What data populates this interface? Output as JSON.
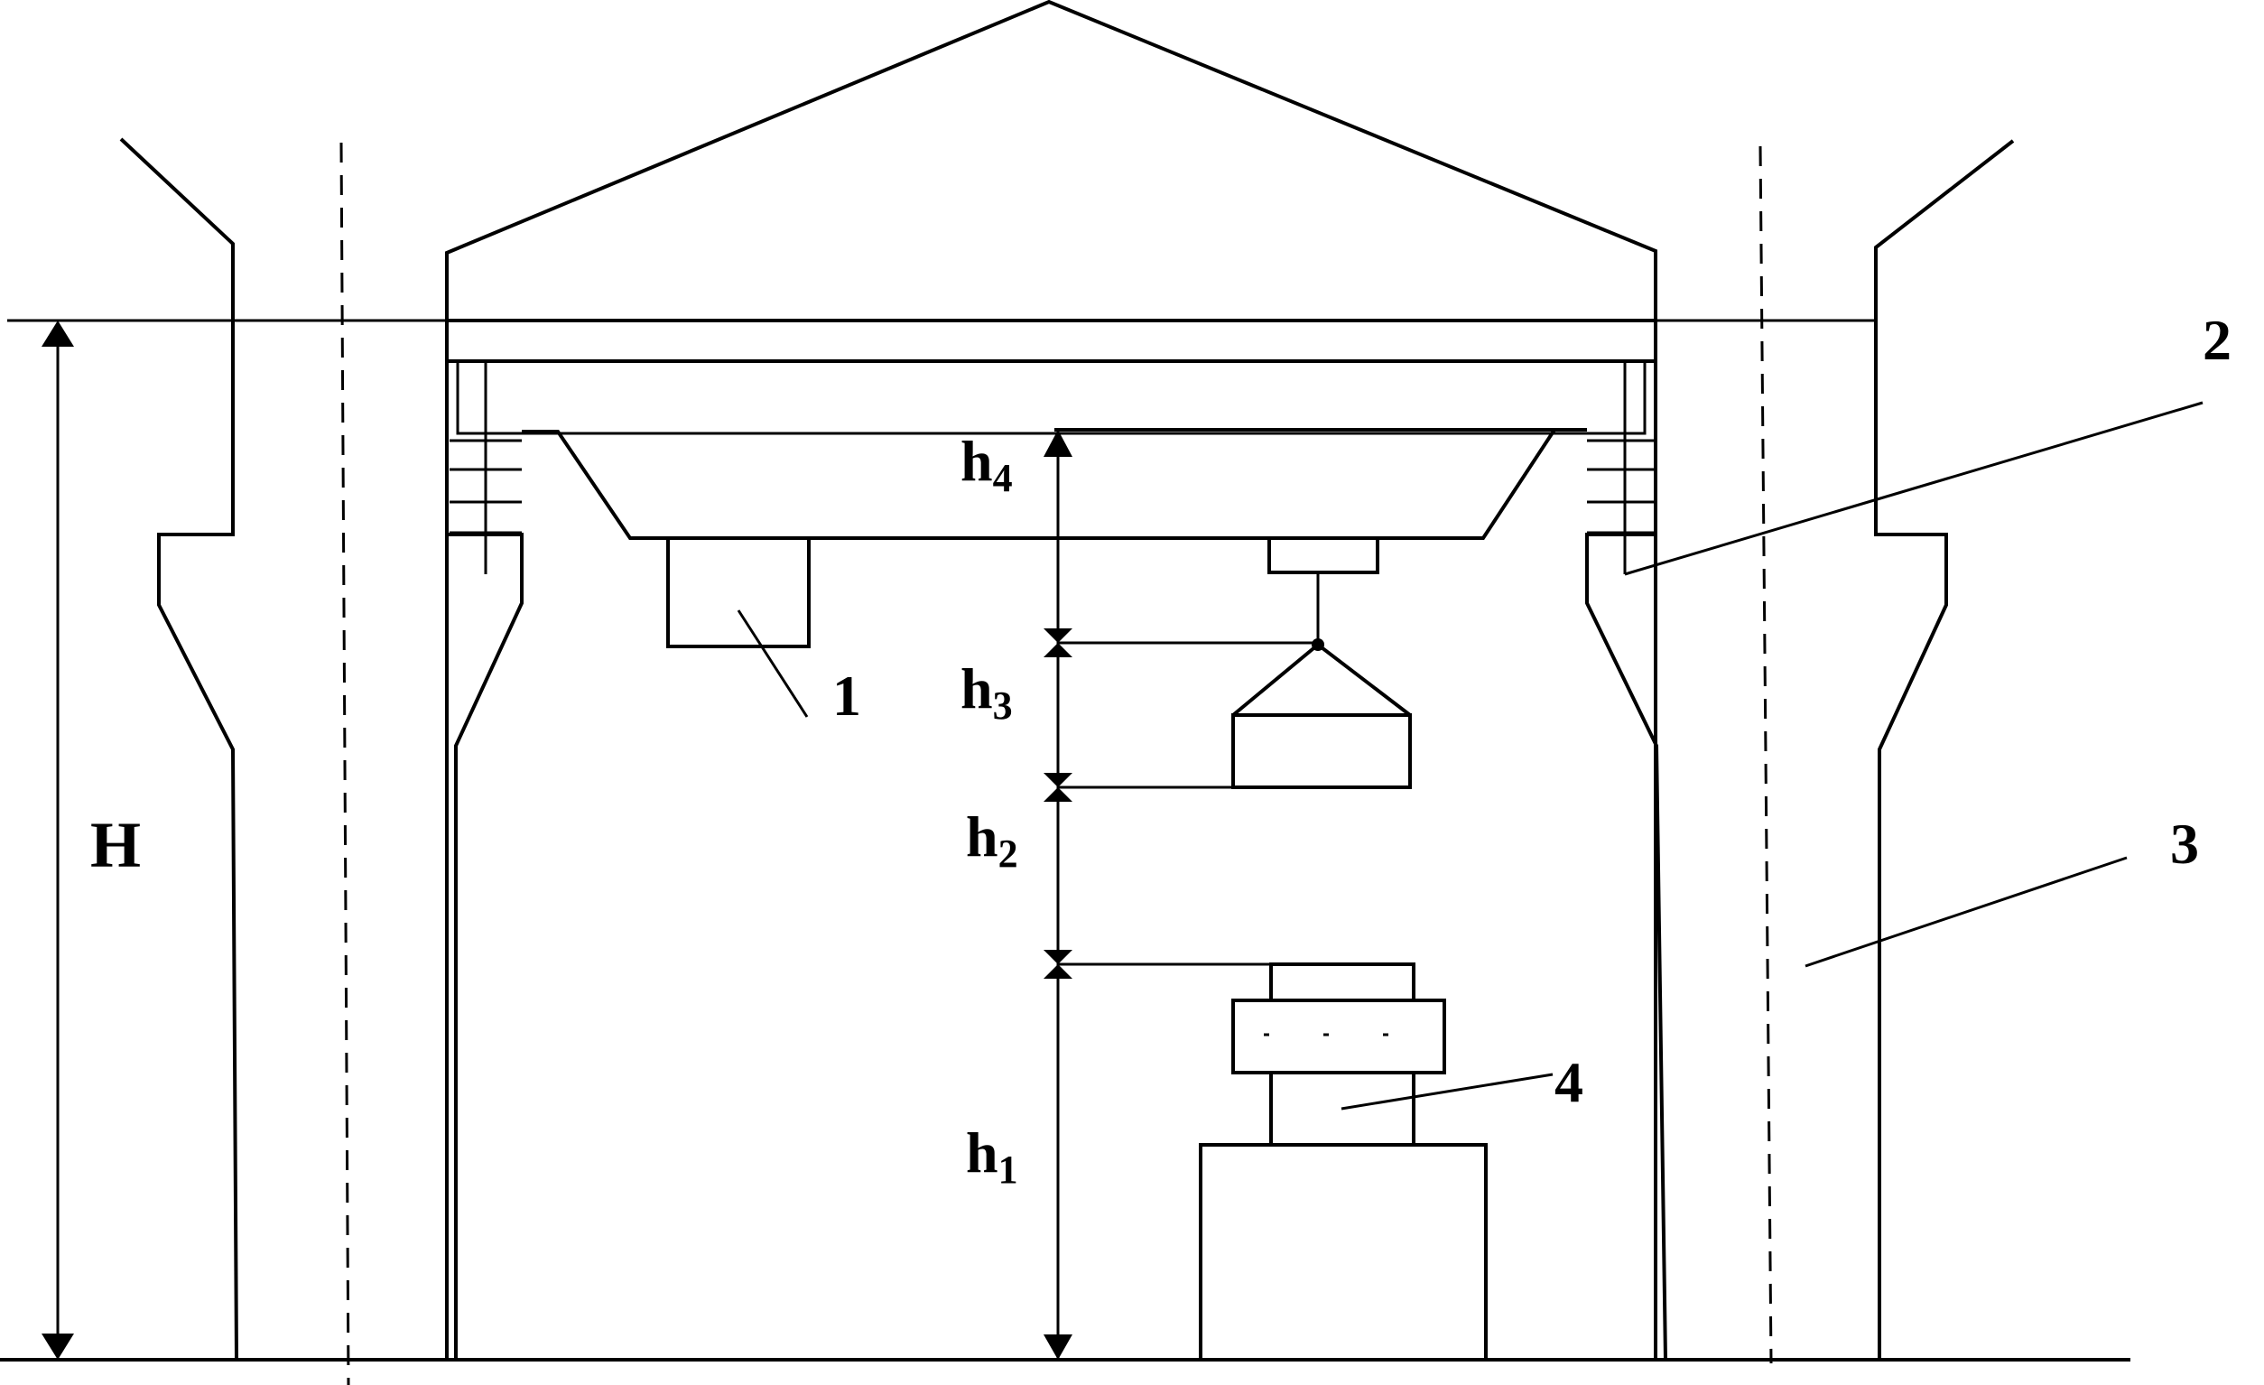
{
  "labels": {
    "H": "H",
    "h1": "h",
    "h1_sub": "1",
    "h2": "h",
    "h2_sub": "2",
    "h3": "h",
    "h3_sub": "3",
    "h4": "h",
    "h4_sub": "4",
    "callout_1": "1",
    "callout_2": "2",
    "callout_3": "3",
    "callout_4": "4"
  },
  "colors": {
    "line": "#000000",
    "background": "#ffffff"
  }
}
